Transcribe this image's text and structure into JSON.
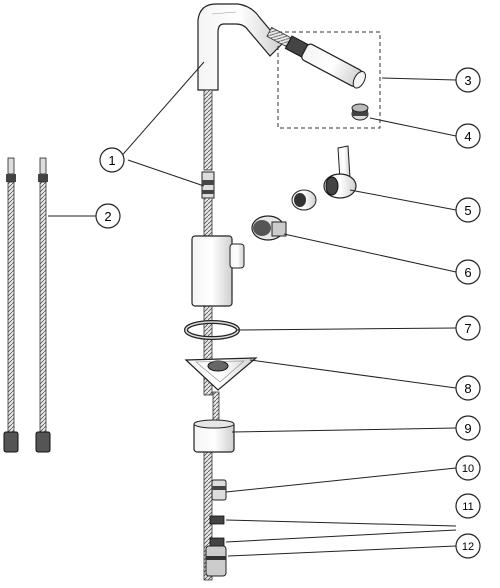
{
  "diagram": {
    "callouts": [
      {
        "id": "callout-1",
        "number": "1"
      },
      {
        "id": "callout-2",
        "number": "2"
      },
      {
        "id": "callout-3",
        "number": "3"
      },
      {
        "id": "callout-4",
        "number": "4"
      },
      {
        "id": "callout-5",
        "number": "5"
      },
      {
        "id": "callout-6",
        "number": "6"
      },
      {
        "id": "callout-7",
        "number": "7"
      },
      {
        "id": "callout-8",
        "number": "8"
      },
      {
        "id": "callout-9",
        "number": "9"
      },
      {
        "id": "callout-10",
        "number": "10"
      },
      {
        "id": "callout-11",
        "number": "11"
      },
      {
        "id": "callout-12",
        "number": "12"
      }
    ],
    "parts": [
      {
        "name": "spout-body",
        "callout": "1"
      },
      {
        "name": "supply-hoses",
        "callout": "2"
      },
      {
        "name": "pull-out-spray-assembly",
        "callout": "3"
      },
      {
        "name": "aerator",
        "callout": "4"
      },
      {
        "name": "lever-handle",
        "callout": "5"
      },
      {
        "name": "cartridge",
        "callout": "6"
      },
      {
        "name": "base-o-ring",
        "callout": "7"
      },
      {
        "name": "mounting-plate",
        "callout": "8"
      },
      {
        "name": "mounting-nut",
        "callout": "9"
      },
      {
        "name": "hose-connector",
        "callout": "10"
      },
      {
        "name": "hose-clips",
        "callout": "11"
      },
      {
        "name": "hose-weight",
        "callout": "12"
      }
    ]
  }
}
